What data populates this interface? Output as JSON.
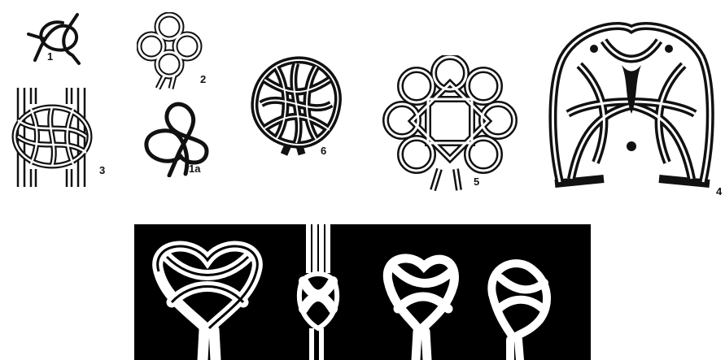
{
  "labels": {
    "fig1": "1",
    "fig1a": "1a",
    "fig2": "2",
    "fig3": "3",
    "fig4": "4",
    "fig5": "5",
    "fig6": "6"
  },
  "colors": {
    "ink": "#111111",
    "paper": "#ffffff",
    "panel": "#000000"
  }
}
